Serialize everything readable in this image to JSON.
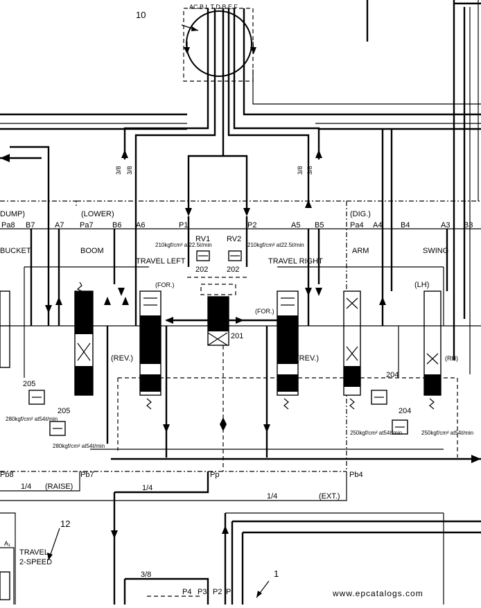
{
  "callouts": {
    "main_valve": "10",
    "travel_2speed_ref": "12",
    "pump_ref": "1"
  },
  "valve_ports": {
    "top": "AC B L T D B E F"
  },
  "pipe_sizes": {
    "a": "3/8",
    "b": "3/8",
    "c": "3/8",
    "d": "3/8",
    "e": "3/8",
    "one_quarter": "1/4"
  },
  "section_labels": {
    "dump": "DUMP)",
    "lower": "(LOWER)",
    "dig": "(DIG.)",
    "bucket": "BUCKET",
    "boom": "BOOM",
    "arm": "ARM",
    "swing": "SWING",
    "travel_left": "TRAVEL LEFT",
    "travel_right": "TRAVEL RIGHT",
    "for_left": "(FOR.)",
    "for_right": "(FOR.)",
    "rev_left": "(REV.)",
    "rev_right": "(REV.)",
    "lh": "(LH)",
    "rh": "(RH)",
    "raise": "(RAISE)",
    "ext": "(EXT.)"
  },
  "ports": {
    "pa8": "Pa8",
    "b7": "B7",
    "a7": "A7",
    "pa7": "Pa7",
    "b6": "B6",
    "a6": "A6",
    "p1": "P1",
    "p2": "P2",
    "a5": "A5",
    "b5": "B5",
    "pa4": "Pa4",
    "a4": "A4",
    "b4": "B4",
    "a3": "A3",
    "b3": "B3",
    "pb8": "Pb8",
    "pb7": "Pb7",
    "pp": "Pp",
    "pb4": "Pb4",
    "p4": "P4",
    "p3": "P3",
    "p2b": "P2",
    "p1b": "P"
  },
  "relief_valves": {
    "rv1": "RV1",
    "rv2": "RV2",
    "rv1_setting": "210kgf/cm² at22.5ℓ/min",
    "rv2_setting": "210kgf/cm² at22.5ℓ/min",
    "v202a": "202",
    "v202b": "202",
    "v201": "201"
  },
  "port_reliefs": {
    "r205a": "205",
    "r205b": "205",
    "r204a": "204",
    "r204b": "204",
    "s280a": "280kgf/cm² at54ℓ/min",
    "s280b": "280kgf/cm² at54ℓ/min",
    "s250a": "250kgf/cm² at54ℓ/min",
    "s250b": "250kgf/cm² at54ℓ/min"
  },
  "travel2": {
    "line1": "TRAVEL",
    "line2": "2-SPEED",
    "a1": "A₁"
  },
  "watermark": "www.epcatalogs.com"
}
